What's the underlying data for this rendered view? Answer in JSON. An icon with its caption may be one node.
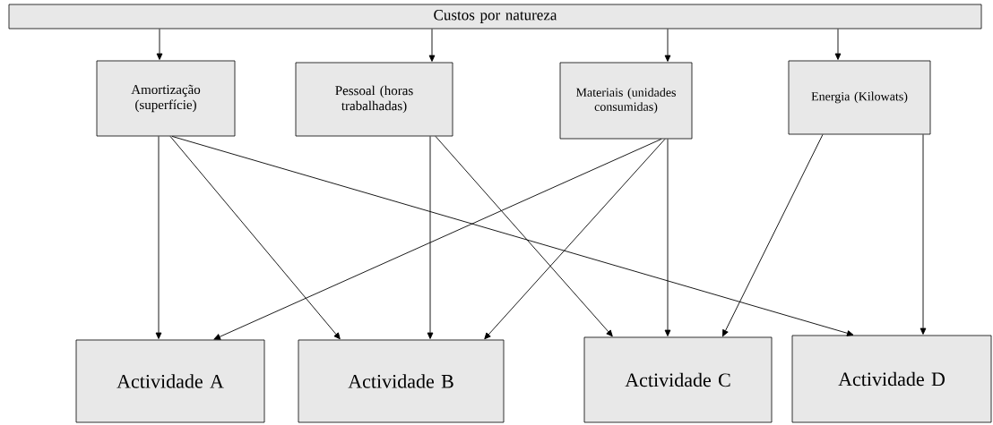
{
  "diagram": {
    "nodes": [
      {
        "text": [
          "Custos por natureza"
        ]
      },
      {
        "text": [
          "Amortização (superfície)"
        ]
      },
      {
        "text": [
          "Pessoal (horas trabalhadas)"
        ]
      },
      {
        "text": [
          "Materiais (unidades consumidas)"
        ]
      },
      {
        "text": [
          "Energia (Kilowats)"
        ]
      },
      {
        "text": [
          "Actividade A"
        ]
      },
      {
        "text": [
          "Actividade B"
        ]
      },
      {
        "text": [
          "Actividade C"
        ]
      },
      {
        "text": [
          "Actividade D"
        ]
      }
    ],
    "edges": [
      {
        "from": 0,
        "to": 1,
        "arrow": "to"
      },
      {
        "from": 0,
        "to": 2,
        "arrow": "to"
      },
      {
        "from": 0,
        "to": 3,
        "arrow": "to"
      },
      {
        "from": 0,
        "to": 4,
        "arrow": "to"
      },
      {
        "from": 1,
        "to": 5,
        "arrow": "to"
      },
      {
        "from": 1,
        "to": 6,
        "arrow": "to"
      },
      {
        "from": 1,
        "to": 8,
        "arrow": "to"
      },
      {
        "from": 2,
        "to": 6,
        "arrow": "to"
      },
      {
        "from": 2,
        "to": 7,
        "arrow": "to"
      },
      {
        "from": 3,
        "to": 5,
        "arrow": "to"
      },
      {
        "from": 3,
        "to": 6,
        "arrow": "to"
      },
      {
        "from": 3,
        "to": 7,
        "arrow": "to"
      },
      {
        "from": 4,
        "to": 7,
        "arrow": "to"
      },
      {
        "from": 4,
        "to": 8,
        "arrow": "to"
      }
    ]
  }
}
